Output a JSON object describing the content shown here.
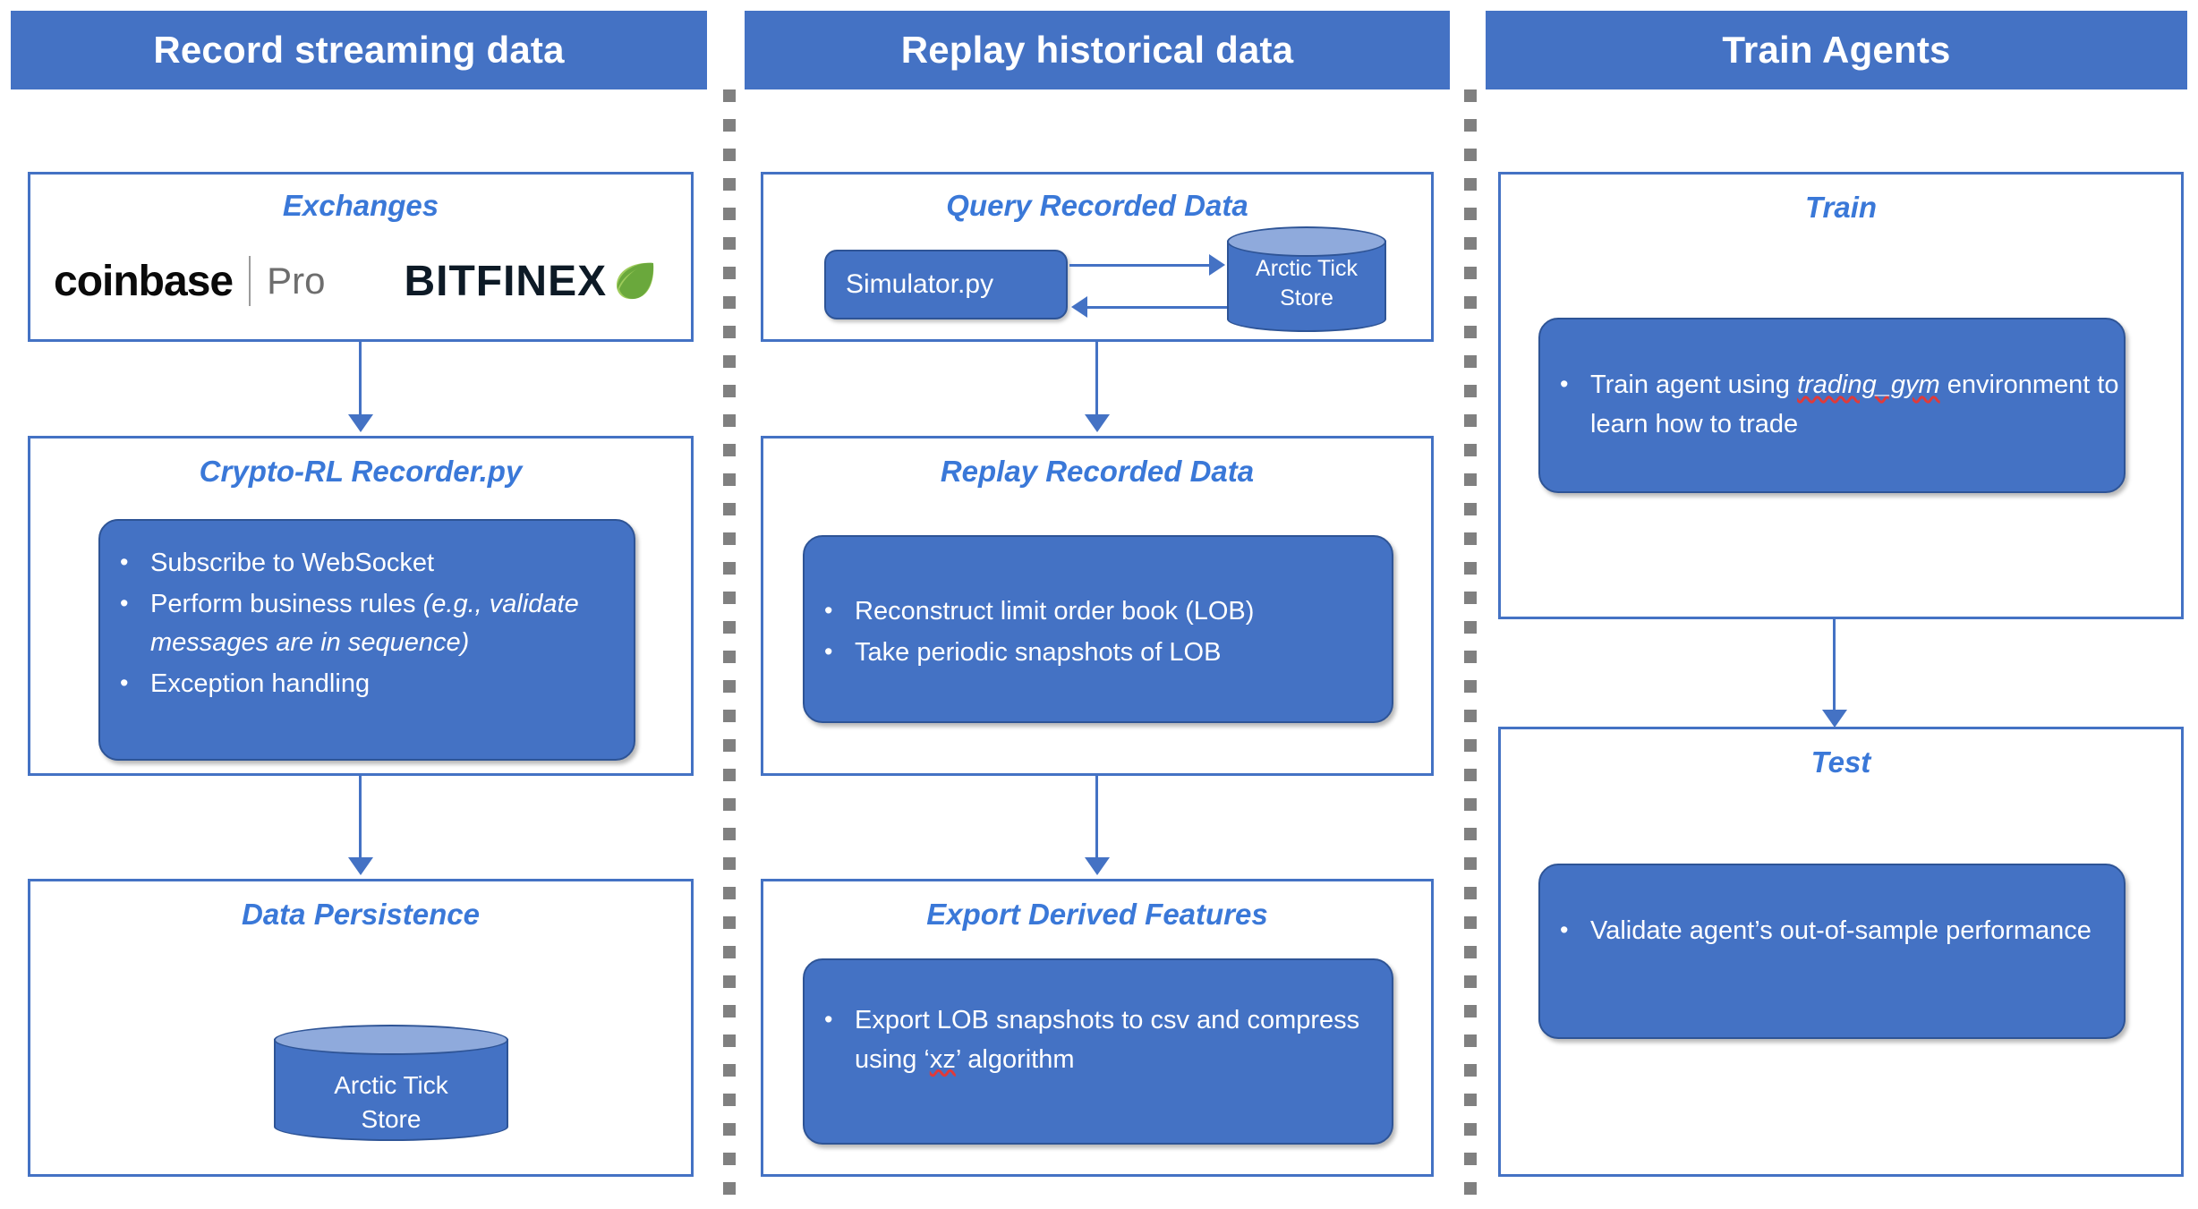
{
  "columns": [
    {
      "header": "Record streaming data",
      "stages": [
        {
          "title": "Exchanges",
          "logos": [
            {
              "name": "coinbase",
              "primary": "coinbase",
              "secondary": "Pro"
            },
            {
              "name": "bitfinex",
              "primary": "BITFINEX",
              "icon": "leaf-icon"
            }
          ]
        },
        {
          "title": "Crypto-RL Recorder.py",
          "bullets": [
            {
              "text": "Subscribe to WebSocket"
            },
            {
              "text": "Perform business rules ",
              "italic_tail": "(e.g., validate messages are in sequence)"
            },
            {
              "text": "Exception handling"
            }
          ]
        },
        {
          "title": "Data Persistence",
          "database": {
            "label_line1": "Arctic Tick",
            "label_line2": "Store"
          }
        }
      ]
    },
    {
      "header": "Replay historical data",
      "stages": [
        {
          "title": "Query Recorded Data",
          "pill": "Simulator.py",
          "database": {
            "label_line1": "Arctic Tick",
            "label_line2": "Store"
          }
        },
        {
          "title": "Replay Recorded Data",
          "bullets": [
            {
              "text": "Reconstruct limit order book (LOB)"
            },
            {
              "text": "Take periodic snapshots of LOB"
            }
          ]
        },
        {
          "title": "Export Derived Features",
          "bullets": [
            {
              "text": "Export LOB snapshots to csv and compress using ‘xz’ algorithm",
              "misspelled": "xz"
            }
          ]
        }
      ]
    },
    {
      "header": "Train Agents",
      "stages": [
        {
          "title": "Train",
          "bullets": [
            {
              "text": "Train agent using trading_gym environment to learn how to trade",
              "misspelled": "trading_gym"
            }
          ]
        },
        {
          "title": "Test",
          "bullets": [
            {
              "text": "Validate agent’s out-of-sample performance"
            }
          ]
        }
      ]
    }
  ],
  "text": {
    "c1_header": "Record streaming data",
    "c2_header": "Replay historical data",
    "c3_header": "Train Agents",
    "exchanges_title": "Exchanges",
    "coinbase": "coinbase",
    "coinbase_pro": "Pro",
    "bitfinex": "BITFINEX",
    "recorder_title": "Crypto-RL Recorder.py",
    "rec_b1": "Subscribe to WebSocket",
    "rec_b2_head": "Perform business rules ",
    "rec_b2_italic": "(e.g., validate messages are in sequence)",
    "rec_b3": "Exception handling",
    "persistence_title": "Data Persistence",
    "db_line1": "Arctic Tick",
    "db_line2": "Store",
    "query_title": "Query Recorded Data",
    "simulator": "Simulator.py",
    "replay_title": "Replay Recorded Data",
    "rep_b1": "Reconstruct limit order book (LOB)",
    "rep_b2": "Take periodic snapshots of LOB",
    "export_title": "Export Derived Features",
    "exp_b1_a": "Export LOB snapshots to csv and compress using ‘",
    "exp_b1_sq": "xz",
    "exp_b1_b": "’ algorithm",
    "train_title": "Train",
    "train_b1_a": "Train agent using ",
    "train_b1_sq": "trading_gym",
    "train_b1_b": " environment to learn how to trade",
    "test_title": "Test",
    "test_b1": "Validate agent’s out-of-sample performance"
  },
  "colors": {
    "banner": "#4472c4",
    "card": "#4472c4",
    "card_border": "#2e5496",
    "stage_border": "#4472c4",
    "title_text": "#3a78d8",
    "cylinder_top": "#8faadc",
    "divider": "#808080",
    "spellcheck": "#e03a3a",
    "leaf_dark": "#6aa83c",
    "leaf_light": "#9fcc5c"
  }
}
